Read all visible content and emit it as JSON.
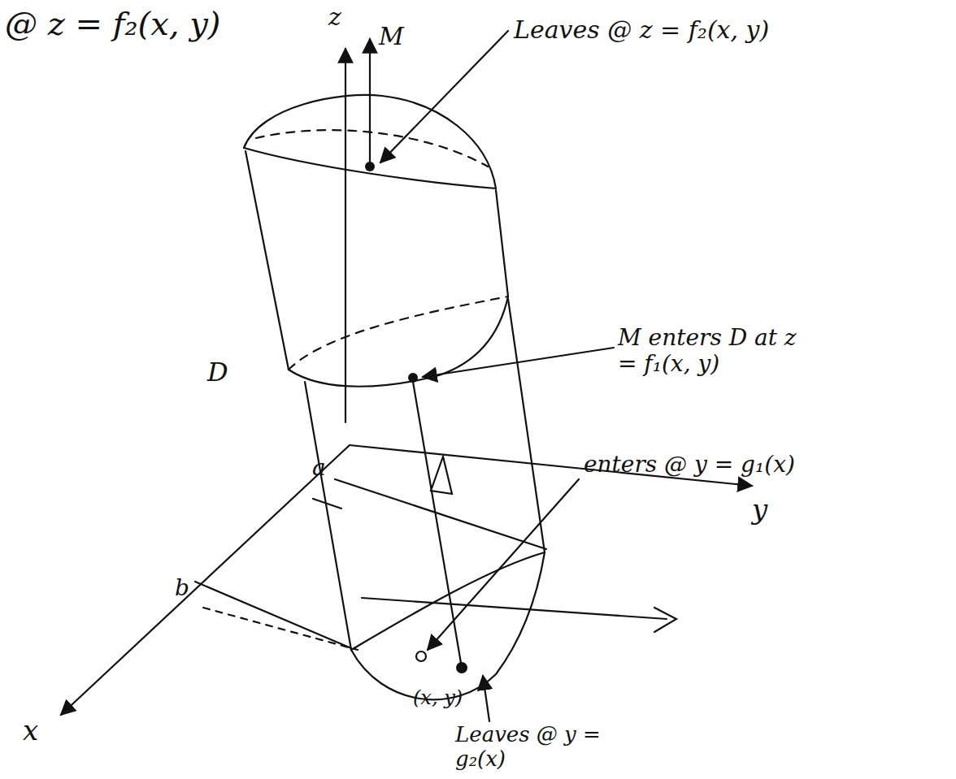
{
  "diagram": {
    "labels": [
      "@ z = f₂(x, y)",
      "z",
      "M",
      "Leaves @ z = f₂(x, y)",
      "D",
      "M enters D at z = f₁(x, y)",
      "a",
      "enters @ y = g₁(x)",
      "y",
      "b",
      "x",
      "(x, y)",
      "Leaves @ y = g₂(x)"
    ]
  }
}
